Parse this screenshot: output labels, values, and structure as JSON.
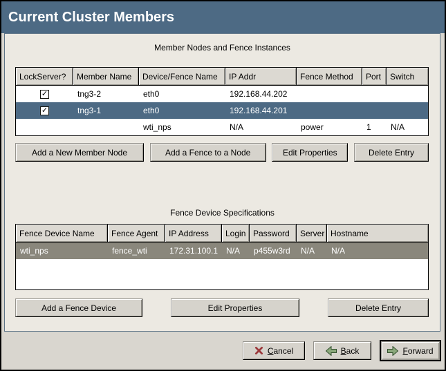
{
  "window": {
    "title": "Current Cluster Members"
  },
  "glyphs": {
    "checkmark": "✓"
  },
  "colors": {
    "titlebar": "#4d6a84",
    "selection_active": "#4d6a84",
    "selection_inactive": "#8a877c",
    "panel_bg": "#ece9e2",
    "window_bg": "#d9d6cf",
    "cancel_icon": "#9c393c",
    "arrow_icon": "#8ba97c"
  },
  "member_section": {
    "caption": "Member Nodes and Fence Instances",
    "columns": [
      "LockServer?",
      "Member Name",
      "Device/Fence Name",
      "IP Addr",
      "Fence Method",
      "Port",
      "Switch"
    ],
    "rows": [
      {
        "lockserver": true,
        "member_name": "tng3-2",
        "device": "eth0",
        "ip": "192.168.44.202",
        "method": "",
        "port": "",
        "switch": "",
        "selected": false
      },
      {
        "lockserver": true,
        "member_name": "tng3-1",
        "device": "eth0",
        "ip": "192.168.44.201",
        "method": "",
        "port": "",
        "switch": "",
        "selected": true
      },
      {
        "lockserver": false,
        "member_name": "",
        "device": "wti_nps",
        "ip": "N/A",
        "method": "power",
        "port": "1",
        "switch": "N/A",
        "selected": false
      }
    ],
    "buttons": [
      "Add a New Member Node",
      "Add a Fence to a Node",
      "Edit Properties",
      "Delete Entry"
    ]
  },
  "fence_section": {
    "caption": "Fence Device Specifications",
    "columns": [
      "Fence Device Name",
      "Fence Agent",
      "IP Address",
      "Login",
      "Password",
      "Server",
      "Hostname"
    ],
    "rows": [
      {
        "name": "wti_nps",
        "agent": "fence_wti",
        "ip": "172.31.100.1",
        "login": "N/A",
        "password": "p455w3rd",
        "server": "N/A",
        "hostname": "N/A",
        "selected": true
      }
    ],
    "buttons": [
      "Add a Fence Device",
      "Edit Properties",
      "Delete Entry"
    ]
  },
  "footer": {
    "cancel": {
      "mnemonic": "C",
      "rest": "ancel"
    },
    "back": {
      "mnemonic": "B",
      "rest": "ack"
    },
    "forward": {
      "mnemonic": "F",
      "rest": "orward"
    }
  }
}
